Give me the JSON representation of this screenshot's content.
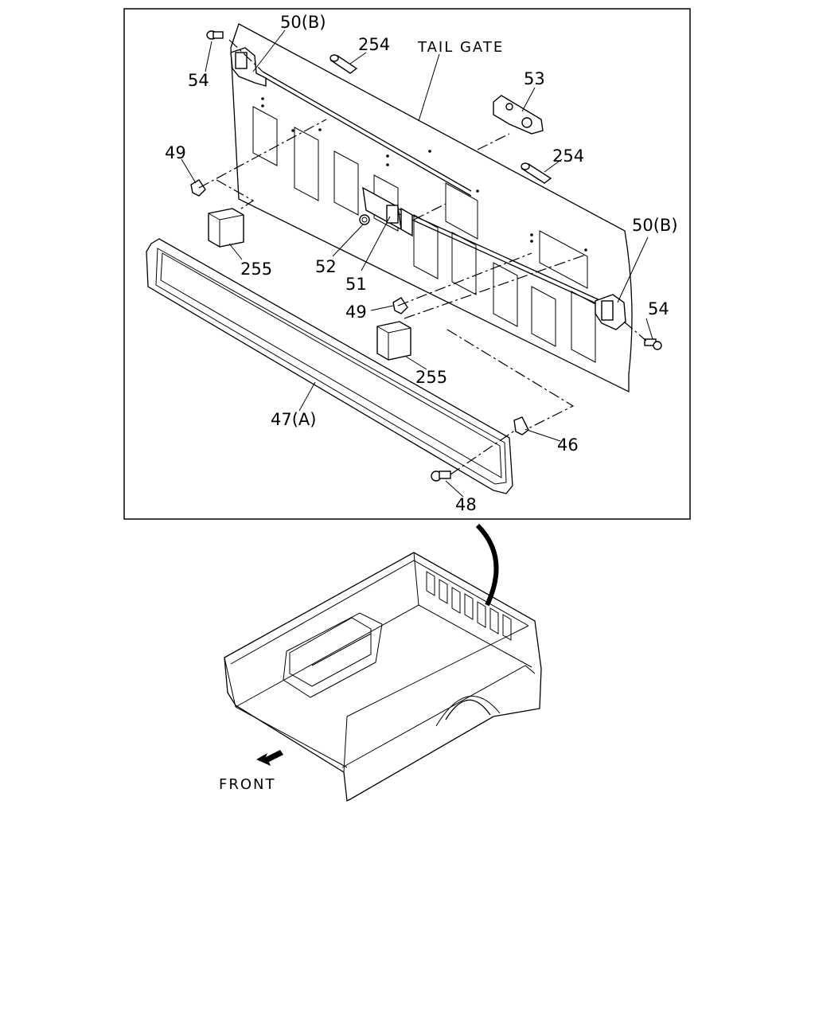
{
  "callouts": {
    "c_50b_top": "50(B)",
    "c_54_left": "54",
    "c_254_top": "254",
    "c_tail_gate": "TAIL GATE",
    "c_53": "53",
    "c_254_right": "254",
    "c_49_left": "49",
    "c_255_left": "255",
    "c_52": "52",
    "c_51": "51",
    "c_50b_right": "50(B)",
    "c_54_right": "54",
    "c_49_mid": "49",
    "c_255_mid": "255",
    "c_47a": "47(A)",
    "c_46": "46",
    "c_48": "48"
  },
  "front_label": "FRONT"
}
